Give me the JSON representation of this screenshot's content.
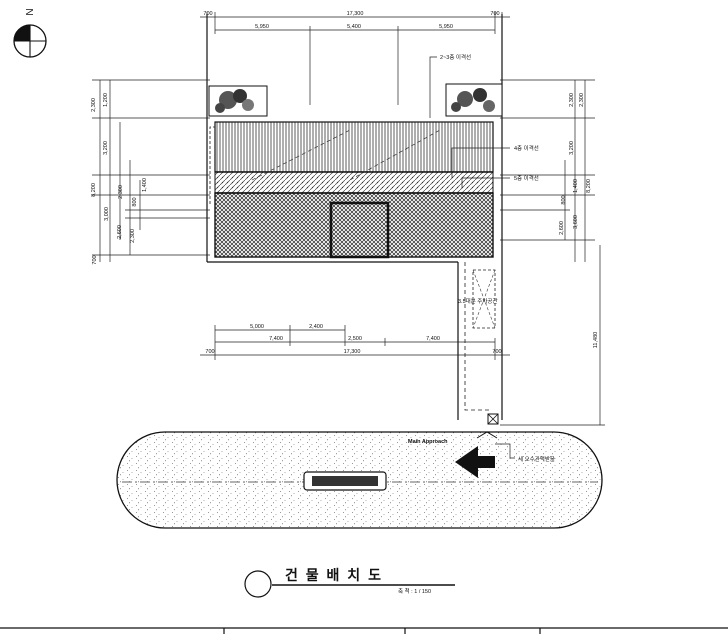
{
  "north_label": "N",
  "dimensions": {
    "top_total": "17,300",
    "top_left_margin": "700",
    "top_right_margin": "700",
    "top_seg_1": "5,950",
    "top_seg_2": "5,400",
    "top_seg_3": "5,950",
    "bottom_seg_a": "5,000",
    "bottom_seg_b": "2,400",
    "bottom_seg_c": "7,400",
    "bottom_seg_d": "2,500",
    "bottom_seg_e": "7,400",
    "bottom_total": "17,300",
    "bottom_left_margin": "700",
    "bottom_right_margin": "700",
    "left_total": "8,200",
    "left_seg_1": "2,300",
    "left_seg_2": "1,200",
    "left_seg_3": "3,200",
    "left_seg_4": "1,400",
    "left_seg_5": "2,300",
    "left_seg_6": "3,000",
    "left_seg_7": "2,600",
    "left_seg_8": "2,300",
    "left_seg_9": "800",
    "left_seg_10": "700",
    "right_total": "8,200",
    "right_seg_1": "2,300",
    "right_seg_2": "2,300",
    "right_seg_3": "3,200",
    "right_seg_4": "1,400",
    "right_seg_5": "3,600",
    "right_seg_6": "2,600",
    "right_seg_7": "800",
    "right_long": "11,480"
  },
  "notes": {
    "setback_23": "2~3층 이격선",
    "setback_4": "4층 이격선",
    "setback_5": "5층 이격선",
    "parking": "3.5대분 주차공간",
    "main_approach": "Main Approach",
    "water_meter": "세 오수관맥받음"
  },
  "title": {
    "text": "건 물 배 치 도",
    "scale": "축 척 : 1 / 150"
  }
}
